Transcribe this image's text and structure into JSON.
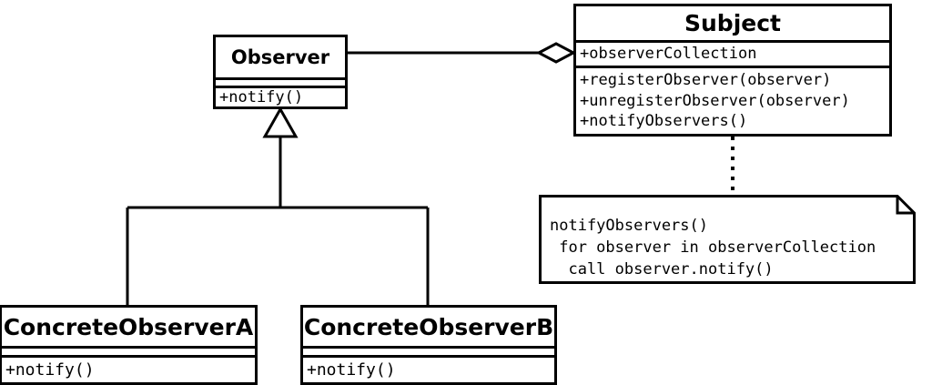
{
  "diagram": {
    "type": "uml-class-diagram",
    "pattern": "Observer",
    "background": "#ffffff",
    "stroke": "#000000"
  },
  "classes": {
    "observer": {
      "name": "Observer",
      "attributes": [],
      "methods": [
        "+notify()"
      ]
    },
    "subject": {
      "name": "Subject",
      "attributes": [
        "+observerCollection"
      ],
      "methods": [
        "+registerObserver(observer)",
        "+unregisterObserver(observer)",
        "+notifyObservers()"
      ]
    },
    "concrete_observer_a": {
      "name": "ConcreteObserverA",
      "attributes": [],
      "methods": [
        "+notify()"
      ]
    },
    "concrete_observer_b": {
      "name": "ConcreteObserverB",
      "attributes": [],
      "methods": [
        "+notify()"
      ]
    }
  },
  "note": {
    "lines": [
      "notifyObservers()",
      " for observer in observerCollection",
      "  call observer.notify()"
    ]
  },
  "relationships": [
    {
      "id": "subject-aggregates-observer",
      "kind": "aggregation",
      "from": "subject",
      "to": "observer",
      "marker": "hollow-diamond"
    },
    {
      "id": "concrete-a-inherits-observer",
      "kind": "generalization",
      "from": "concrete_observer_a",
      "to": "observer",
      "marker": "hollow-triangle"
    },
    {
      "id": "concrete-b-inherits-observer",
      "kind": "generalization",
      "from": "concrete_observer_b",
      "to": "observer",
      "marker": "hollow-triangle"
    },
    {
      "id": "note-anchor-subject",
      "kind": "note-link",
      "from": "note",
      "to": "subject",
      "marker": "dotted"
    }
  ]
}
